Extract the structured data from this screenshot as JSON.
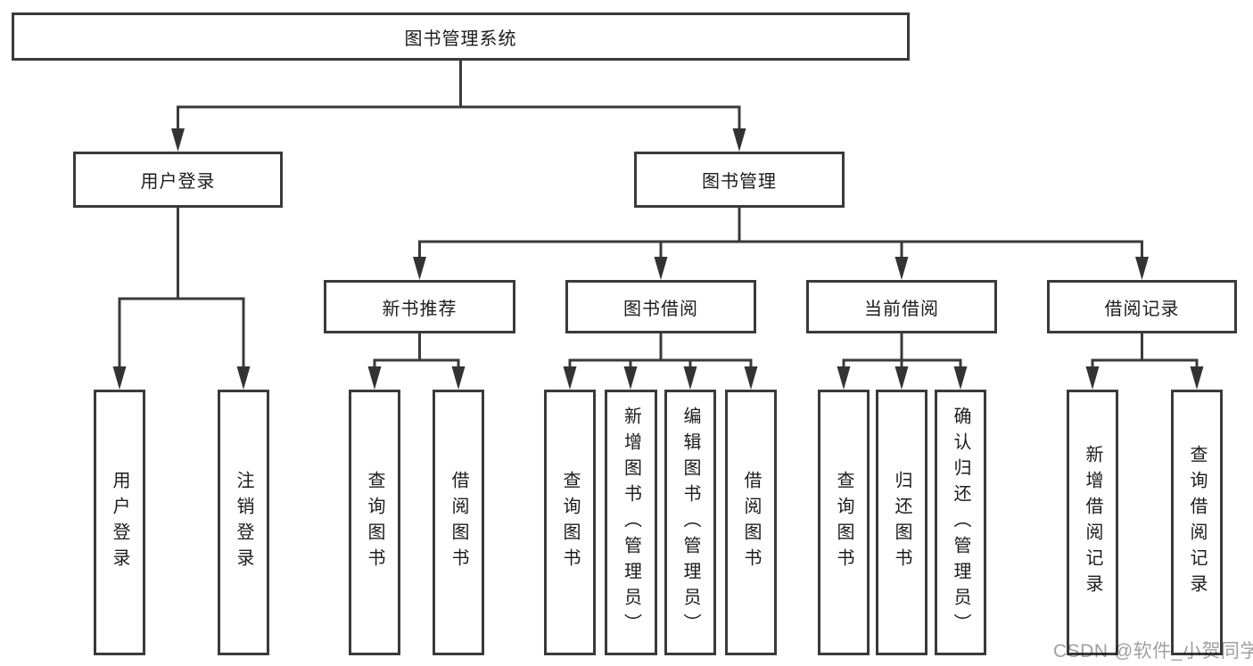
{
  "tree": {
    "label": "图书管理系统",
    "children": [
      {
        "label": "用户登录",
        "children": [
          {
            "label": "用户登录"
          },
          {
            "label": "注销登录"
          }
        ]
      },
      {
        "label": "图书管理",
        "children": [
          {
            "label": "新书推荐",
            "children": [
              {
                "label": "查询图书"
              },
              {
                "label": "借阅图书"
              }
            ]
          },
          {
            "label": "图书借阅",
            "children": [
              {
                "label": "查询图书"
              },
              {
                "label": "新增图书（管理员）"
              },
              {
                "label": "编辑图书（管理员）"
              },
              {
                "label": "借阅图书"
              }
            ]
          },
          {
            "label": "当前借阅",
            "children": [
              {
                "label": "查询图书"
              },
              {
                "label": "归还图书"
              },
              {
                "label": "确认归还（管理员）"
              }
            ]
          },
          {
            "label": "借阅记录",
            "children": [
              {
                "label": "新增借阅记录"
              },
              {
                "label": "查询借阅记录"
              }
            ]
          }
        ]
      }
    ]
  },
  "watermark": {
    "text": "CSDN @软件_小贺同学"
  },
  "colors": {
    "line": "#3a3a3a",
    "text": "#1c1c1c",
    "background": "#ffffff",
    "watermark": "#a0a0a0"
  }
}
